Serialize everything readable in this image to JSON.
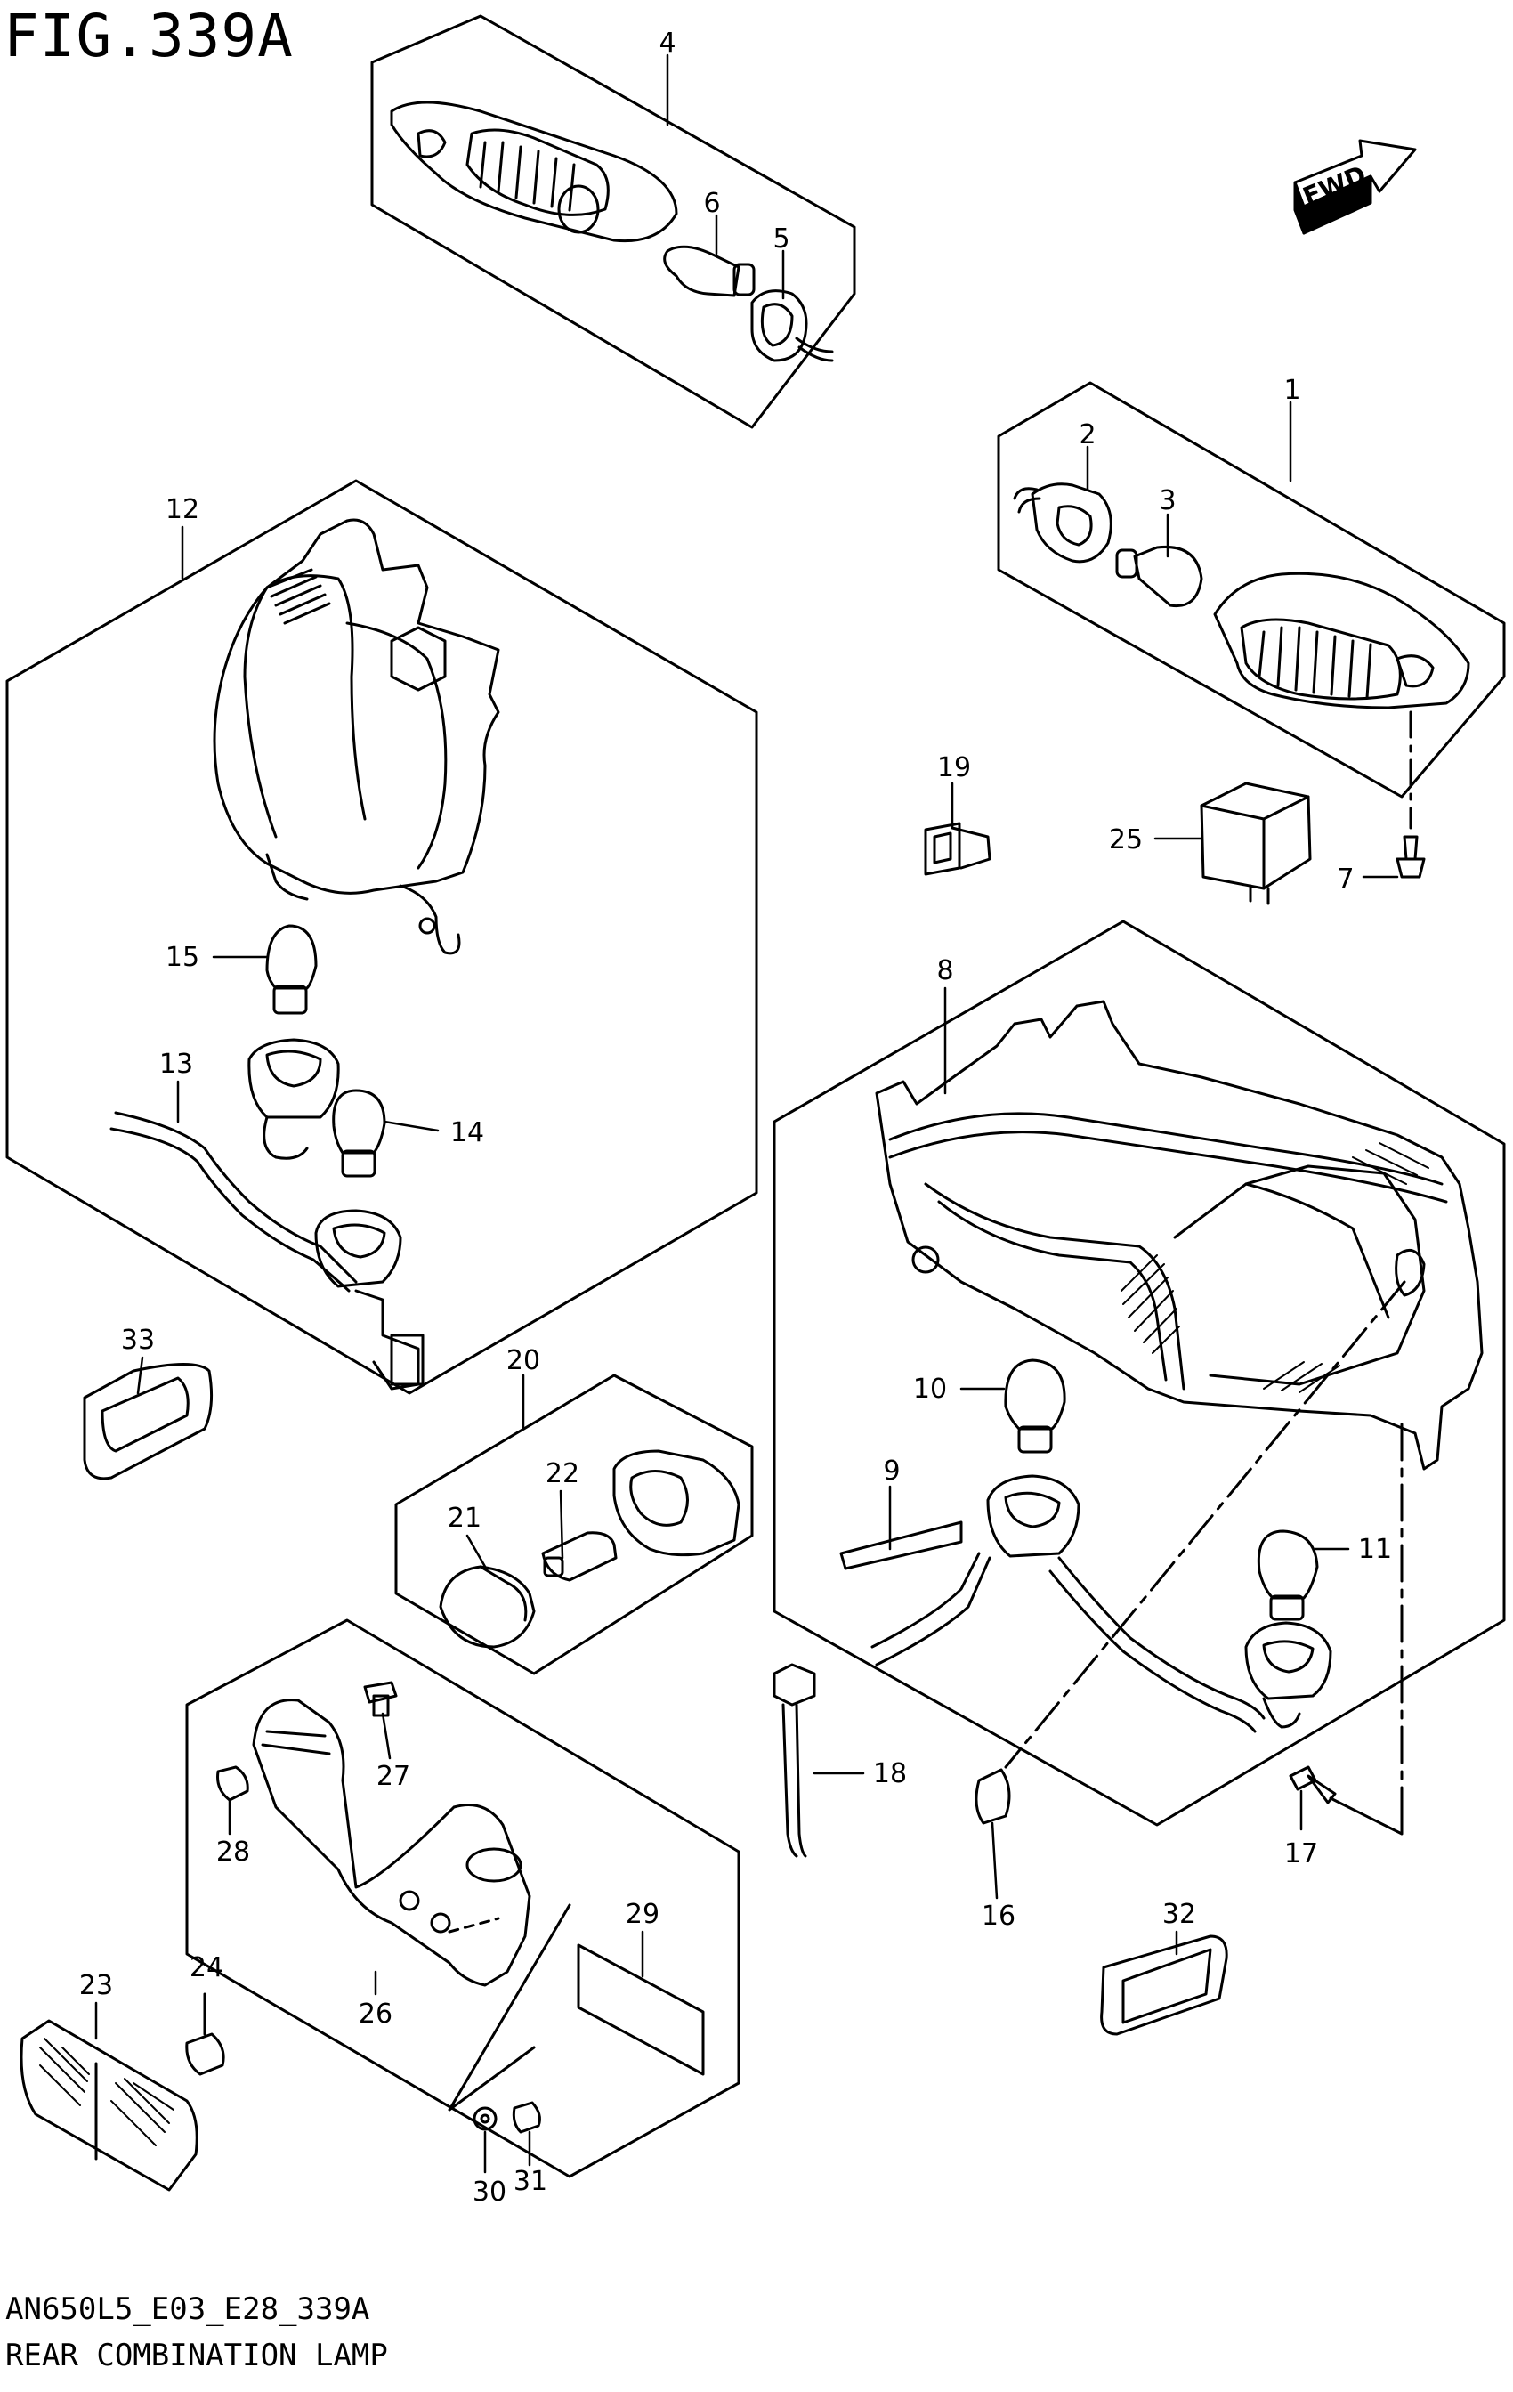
{
  "figure": {
    "title": "FIG.339A",
    "code": "AN650L5_E03_E28_339A",
    "name": "REAR COMBINATION LAMP",
    "fwd_label": "FWD"
  },
  "callouts": [
    "1",
    "2",
    "3",
    "4",
    "5",
    "6",
    "7",
    "8",
    "9",
    "10",
    "11",
    "12",
    "13",
    "14",
    "15",
    "16",
    "17",
    "18",
    "19",
    "20",
    "21",
    "22",
    "23",
    "24",
    "25",
    "26",
    "27",
    "28",
    "29",
    "30",
    "31",
    "32",
    "33"
  ]
}
